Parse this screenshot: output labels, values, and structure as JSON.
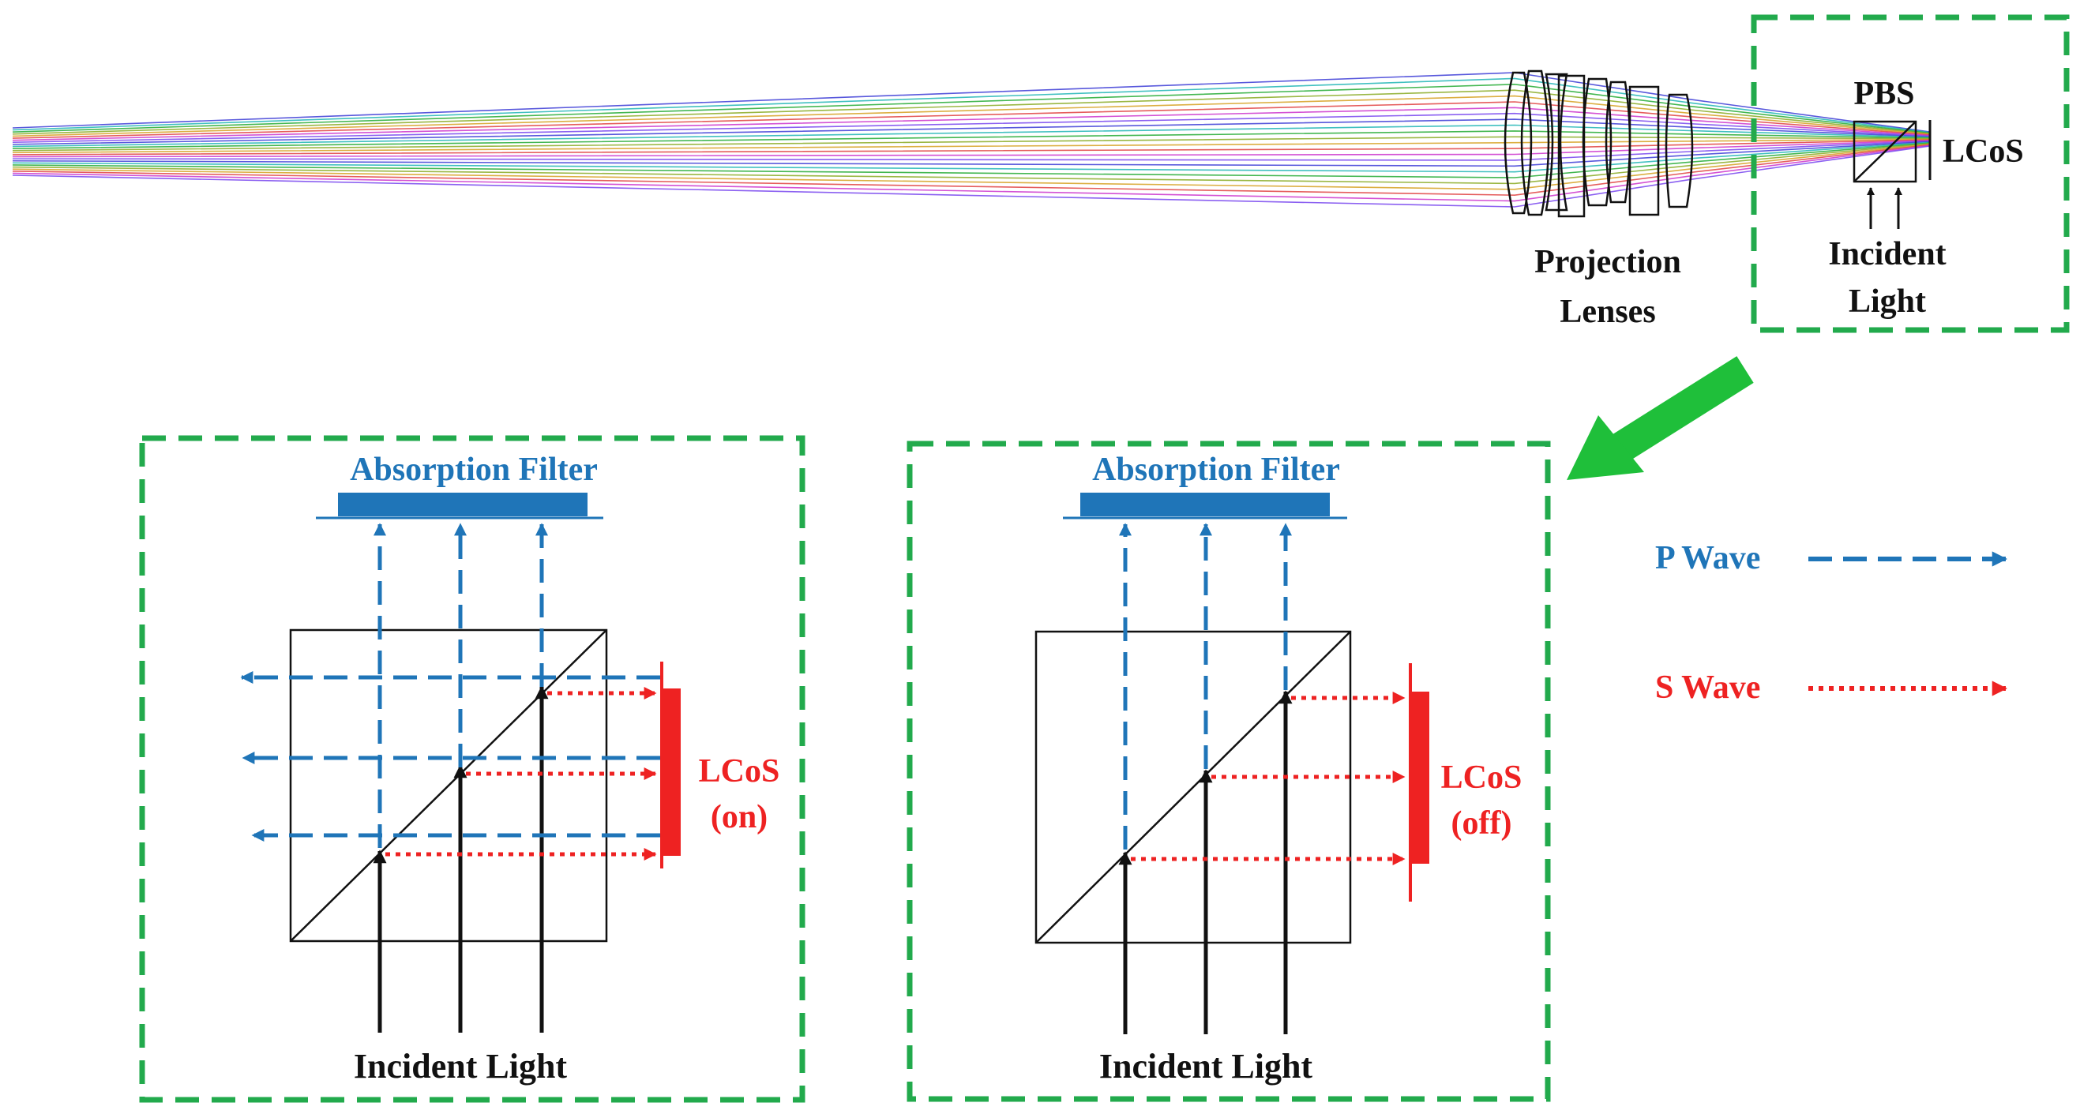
{
  "colors": {
    "background": "#ffffff",
    "green_frame": "#22aa4c",
    "green_arrow": "#1fbf3a",
    "p_wave_blue": "#1f75b8",
    "s_wave_red": "#ee2222",
    "ink": "#111111",
    "ray_colors": [
      "#3b3bd6",
      "#1fb5b5",
      "#22aa33",
      "#88aa22",
      "#d6a020",
      "#e04040",
      "#cc33cc",
      "#7744ee"
    ]
  },
  "top": {
    "projection_lenses_label": "Projection\nLenses",
    "pbs_label": "PBS",
    "lcos_label": "LCoS",
    "incident_light_label": "Incident\nLight"
  },
  "panel_on": {
    "filter_label": "Absorption Filter",
    "lcos_label": "LCoS",
    "state_label": "(on)",
    "incident_label": "Incident Light"
  },
  "panel_off": {
    "filter_label": "Absorption Filter",
    "lcos_label": "LCoS",
    "state_label": "(off)",
    "incident_label": "Incident Light"
  },
  "legend": {
    "p_wave": "P Wave",
    "s_wave": "S Wave"
  }
}
